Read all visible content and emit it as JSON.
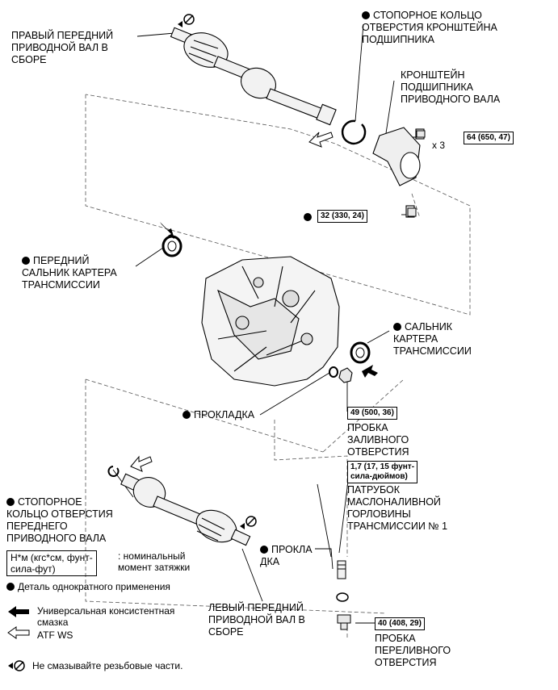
{
  "labels": {
    "right_shaft": "ПРАВЫЙ ПЕРЕДНИЙ\nПРИВОДНОЙ ВАЛ В\nСБОРЕ",
    "snap_ring_bracket": "СТОПОРНОЕ КОЛЬЦО\nОТВЕРСТИЯ КРОНШТЕЙНА\nПОДШИПНИКА",
    "bracket": "КРОНШТЕЙН\nПОДШИПНИКА\nПРИВОДНОГО ВАЛА",
    "front_oil_seal": "ПЕРЕДНИЙ\nСАЛЬНИК КАРТЕРА\nТРАНСМИССИИ",
    "oil_seal": "САЛЬНИК\nКАРТЕРА\nТРАНСМИССИИ",
    "gasket_1": "ПРОКЛАДКА",
    "filler_plug": "ПРОБКА\nЗАЛИВНОГО\nОТВЕРСТИЯ",
    "snap_ring_front": "СТОПОРНОЕ\nКОЛЬЦО ОТВЕРСТИЯ\nПЕРЕДНЕГО\nПРИВОДНОГО ВАЛА",
    "filler_tube": "ПАТРУБОК\nМАСЛОНАЛИВНОЙ\nГОРЛОВИНЫ\nТРАНСМИССИИ № 1",
    "gasket_2": "ПРОКЛА\nДКА",
    "left_shaft": "ЛЕВЫЙ ПЕРЕДНИЙ\nПРИВОДНОЙ ВАЛ В\nСБОРЕ",
    "overflow_plug": "ПРОБКА\nПЕРЕЛИВНОГО\nОТВЕРСТИЯ",
    "times3": "x 3"
  },
  "torques": {
    "bracket_bolts": "64 (650, 47)",
    "bracket_lower_bolt": "32 (330, 24)",
    "filler_plug": "49 (500, 36)",
    "filler_tube": "1,7 (17, 15 фунт-\nсила-дюймов)",
    "overflow_plug": "40 (408, 29)"
  },
  "legend": {
    "torque_unit_box": "Н*м (кгс*см, фунт-\nсила-фут)",
    "torque_unit_desc": ": номинальный\nмомент затяжки",
    "non_reusable": "Деталь однократного применения",
    "grease": "Универсальная консистентная\nсмазка",
    "atf": "ATF WS",
    "no_grease_threads": "Не смазывайте резьбовые части."
  }
}
